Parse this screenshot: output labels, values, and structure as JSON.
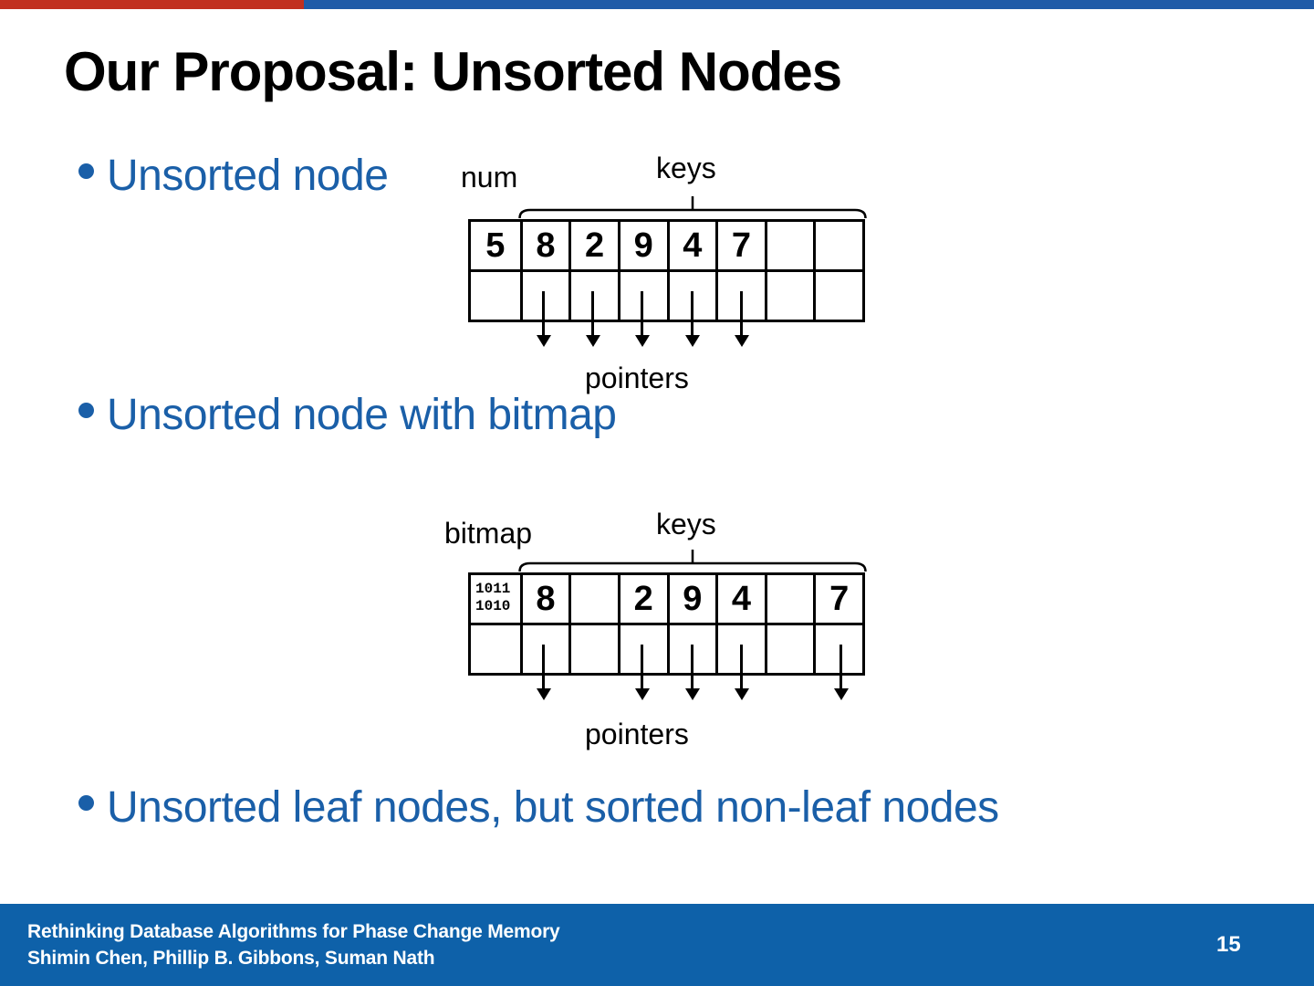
{
  "slide": {
    "title": "Our Proposal: Unsorted Nodes",
    "bullets": [
      {
        "label": "Unsorted node"
      },
      {
        "label": "Unsorted node with bitmap"
      },
      {
        "label": "Unsorted leaf nodes, but sorted non-leaf nodes"
      }
    ],
    "diagram1": {
      "num_label": "num",
      "keys_label": "keys",
      "pointers_label": "pointers",
      "num_cell": "5",
      "keys_row": [
        "8",
        "2",
        "9",
        "4",
        "7",
        "",
        ""
      ],
      "arrow_columns": [
        2,
        3,
        4,
        5,
        6
      ]
    },
    "diagram2": {
      "bitmap_label": "bitmap",
      "keys_label": "keys",
      "pointers_label": "pointers",
      "bitmap_cell": [
        "1011",
        "1010"
      ],
      "keys_row": [
        "8",
        "",
        "2",
        "9",
        "4",
        "",
        "7"
      ],
      "arrow_columns": [
        2,
        4,
        5,
        6,
        8
      ]
    },
    "footer": {
      "line1": "Rethinking Database Algorithms for Phase Change Memory",
      "line2": "Shimin Chen, Phillip B. Gibbons, Suman Nath",
      "page_number": "15"
    }
  },
  "colors": {
    "slide_bg": "#ffffff",
    "text_black": "#000000",
    "accent_blue": "#1a5fa8",
    "footer_bg": "#0e61a9",
    "topbar_red": "#c13020",
    "topbar_blue": "#1f5ba8"
  }
}
